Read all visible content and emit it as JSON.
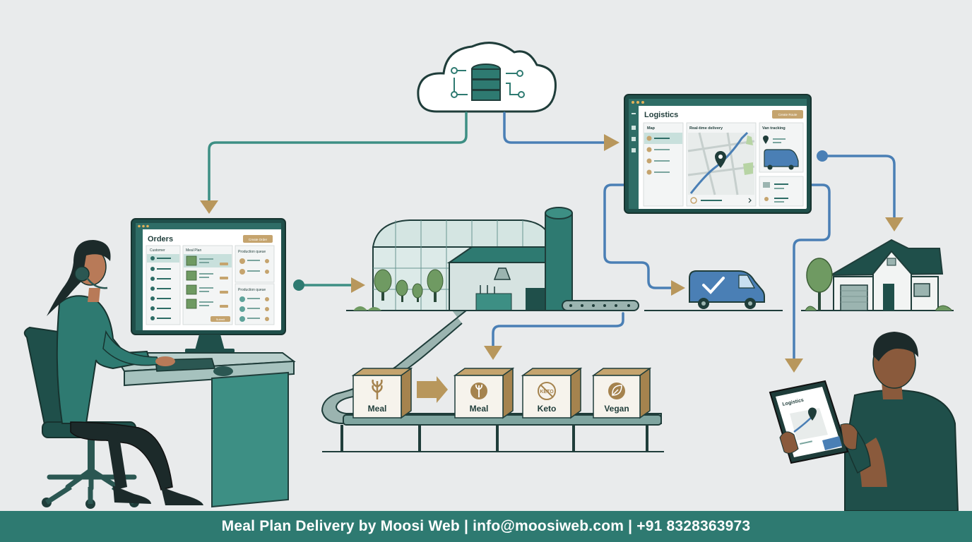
{
  "orders_screen": {
    "title": "Orders",
    "button": "Create Order",
    "columns": [
      "Customer",
      "Meal Plan",
      "Production queue"
    ],
    "section2": "Production queue",
    "footer_button": "Submit"
  },
  "logistics_screen": {
    "title": "Logistics",
    "button": "Create Route",
    "panels": [
      "Map",
      "Real-time delivery",
      "Van tracking"
    ]
  },
  "tablet": {
    "title": "Logistics"
  },
  "boxes": [
    "Meal",
    "Meal",
    "Keto",
    "Vegan"
  ],
  "keto_badge": "KETO",
  "footer": "Meal Plan Delivery by Moosi Web | info@moosiweb.com | +91 8328363973",
  "colors": {
    "background": "#e9ebec",
    "teal": "#2e7a71",
    "dark_teal": "#1f4f4a",
    "blue": "#4a7fb5",
    "tan": "#b8975c"
  }
}
